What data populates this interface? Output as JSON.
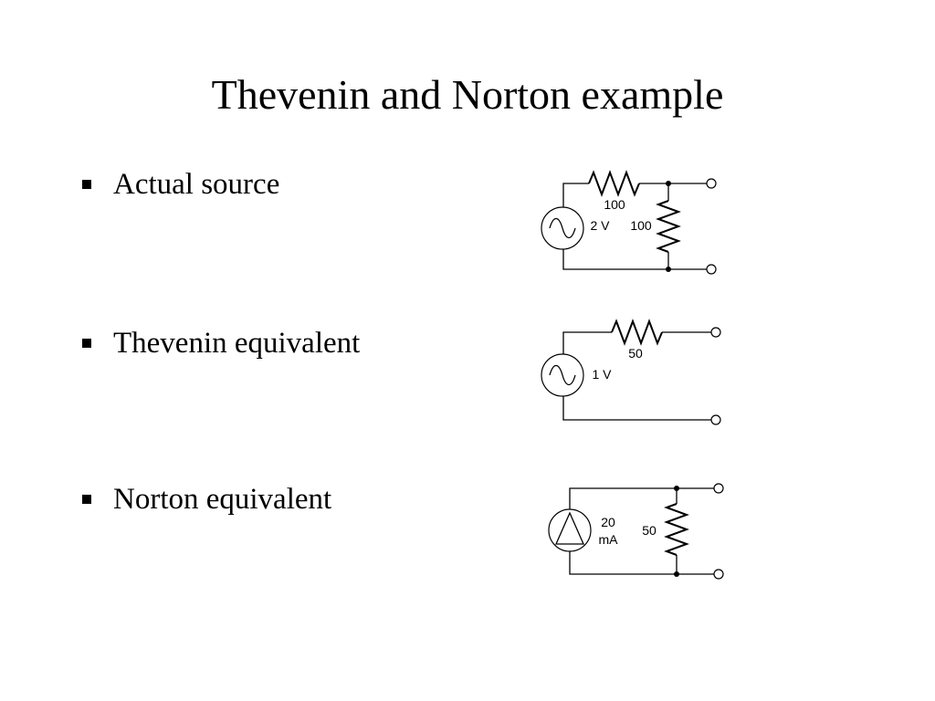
{
  "slide": {
    "title": "Thevenin and Norton example",
    "bullets": [
      "Actual source",
      "Thevenin equivalent",
      "Norton equivalent"
    ]
  },
  "circuits": {
    "actual": {
      "series_resistor": "100",
      "source_voltage": "2 V",
      "shunt_resistor": "100"
    },
    "thevenin": {
      "series_resistor": "50",
      "source_voltage": "1 V"
    },
    "norton": {
      "source_current_line1": "20",
      "source_current_line2": "mA",
      "shunt_resistor": "50"
    }
  },
  "colors": {
    "text": "#000000",
    "background": "#ffffff"
  }
}
